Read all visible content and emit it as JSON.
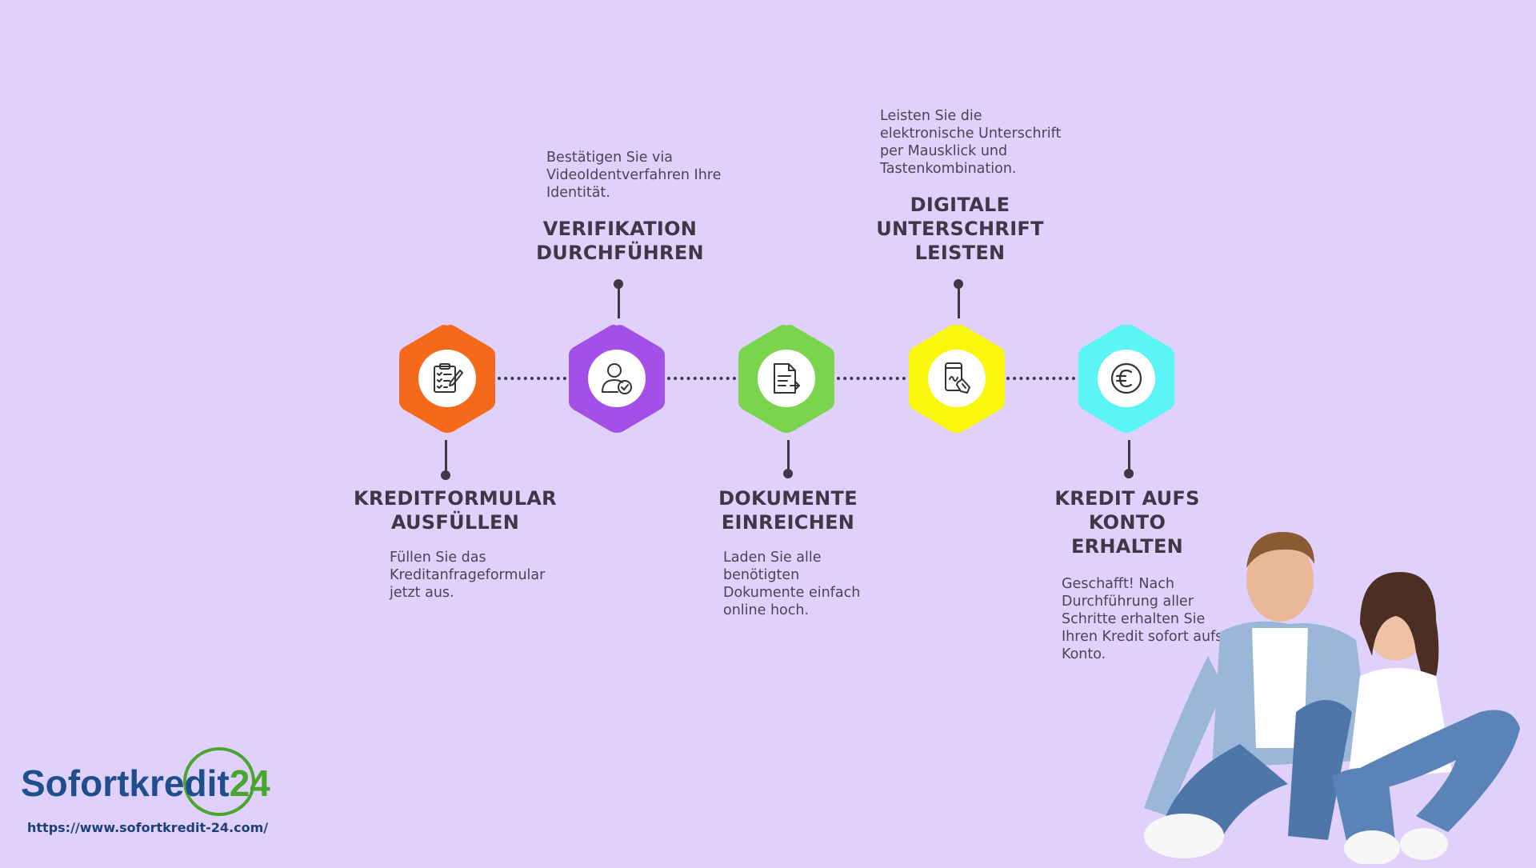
{
  "steps": [
    {
      "title": "KREDITFORMULAR\nAUSFÜLLEN",
      "desc": "Füllen Sie das\nKreditanfrageformular\njetzt aus.",
      "color": "#f5691a",
      "icon": "clipboard-checklist-icon"
    },
    {
      "title": "VERIFIKATION\nDURCHFÜHREN",
      "desc": "Bestätigen Sie via\nVideoIdentverfahren Ihre\nIdentität.",
      "color": "#a450e8",
      "icon": "user-check-icon"
    },
    {
      "title": "DOKUMENTE\nEINREICHEN",
      "desc": "Laden Sie alle\nbenötigten\nDokumente einfach\nonline hoch.",
      "color": "#78d54c",
      "icon": "document-upload-icon"
    },
    {
      "title": "DIGITALE\nUNTERSCHRIFT\nLEISTEN",
      "desc": "Leisten Sie die\nelektronische Unterschrift\nper Mausklick und\nTastenkombination.",
      "color": "#faf70d",
      "icon": "phone-touch-sign-icon"
    },
    {
      "title": "KREDIT AUFS\nKONTO\nERHALTEN",
      "desc": "Geschafft! Nach\nDurchführung aller\nSchritte erhalten Sie\nIhren Kredit sofort aufs\nKonto.",
      "color": "#5cf5f5",
      "icon": "euro-coin-icon"
    }
  ],
  "brand": {
    "name_part1": "Sofortkredit",
    "name_part2": "24",
    "url": "https://www.sofortkredit-24.com/",
    "color_primary": "#1e4e8c",
    "color_accent": "#4aa52e"
  },
  "photo": {
    "icon": "couple-photo-icon"
  }
}
